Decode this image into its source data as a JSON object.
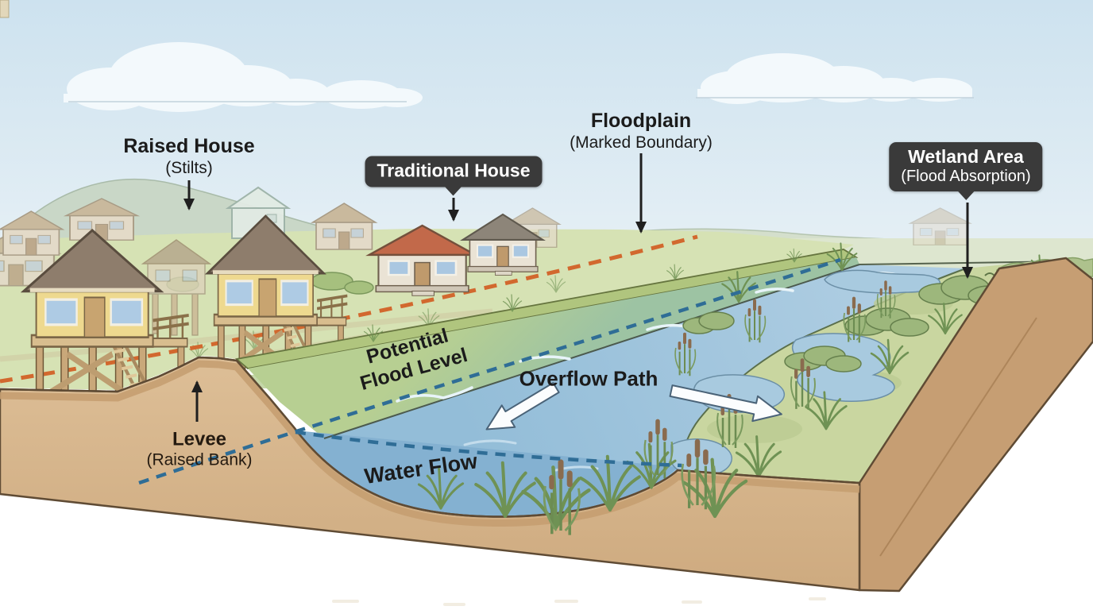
{
  "diagram": {
    "type": "flood-management-cross-section",
    "labels": {
      "raised_house": {
        "title": "Raised House",
        "subtitle": "(Stilts)"
      },
      "traditional_house": {
        "title": "Traditional House"
      },
      "floodplain": {
        "title": "Floodplain",
        "subtitle": "(Marked Boundary)"
      },
      "wetland_area": {
        "title": "Wetland Area",
        "subtitle": "(Flood Absorption)"
      },
      "levee": {
        "title": "Levee",
        "subtitle": "(Raised Bank)"
      },
      "potential_flood_level": {
        "line1": "Potential",
        "line2": "Flood Level"
      },
      "overflow_path": {
        "title": "Overflow Path"
      },
      "water_flow": {
        "title": "Water Flow"
      }
    },
    "colors": {
      "sky": "#cde2ef",
      "grass": "#d6e2b4",
      "levee_green": "#b0c57e",
      "river": "#a3c7de",
      "deep_water": "#84b1d1",
      "wetland": "#c9d6a0",
      "soil": "#d6b58d",
      "floodplain_boundary_dash": "#d2682e",
      "flood_level_dash": "#2f6d96",
      "badge_background": "#3a3a3a",
      "badge_text": "#ffffff",
      "label_text": "#1b1b1b",
      "overflow_arrow_fill": "#fbfdfe"
    }
  }
}
